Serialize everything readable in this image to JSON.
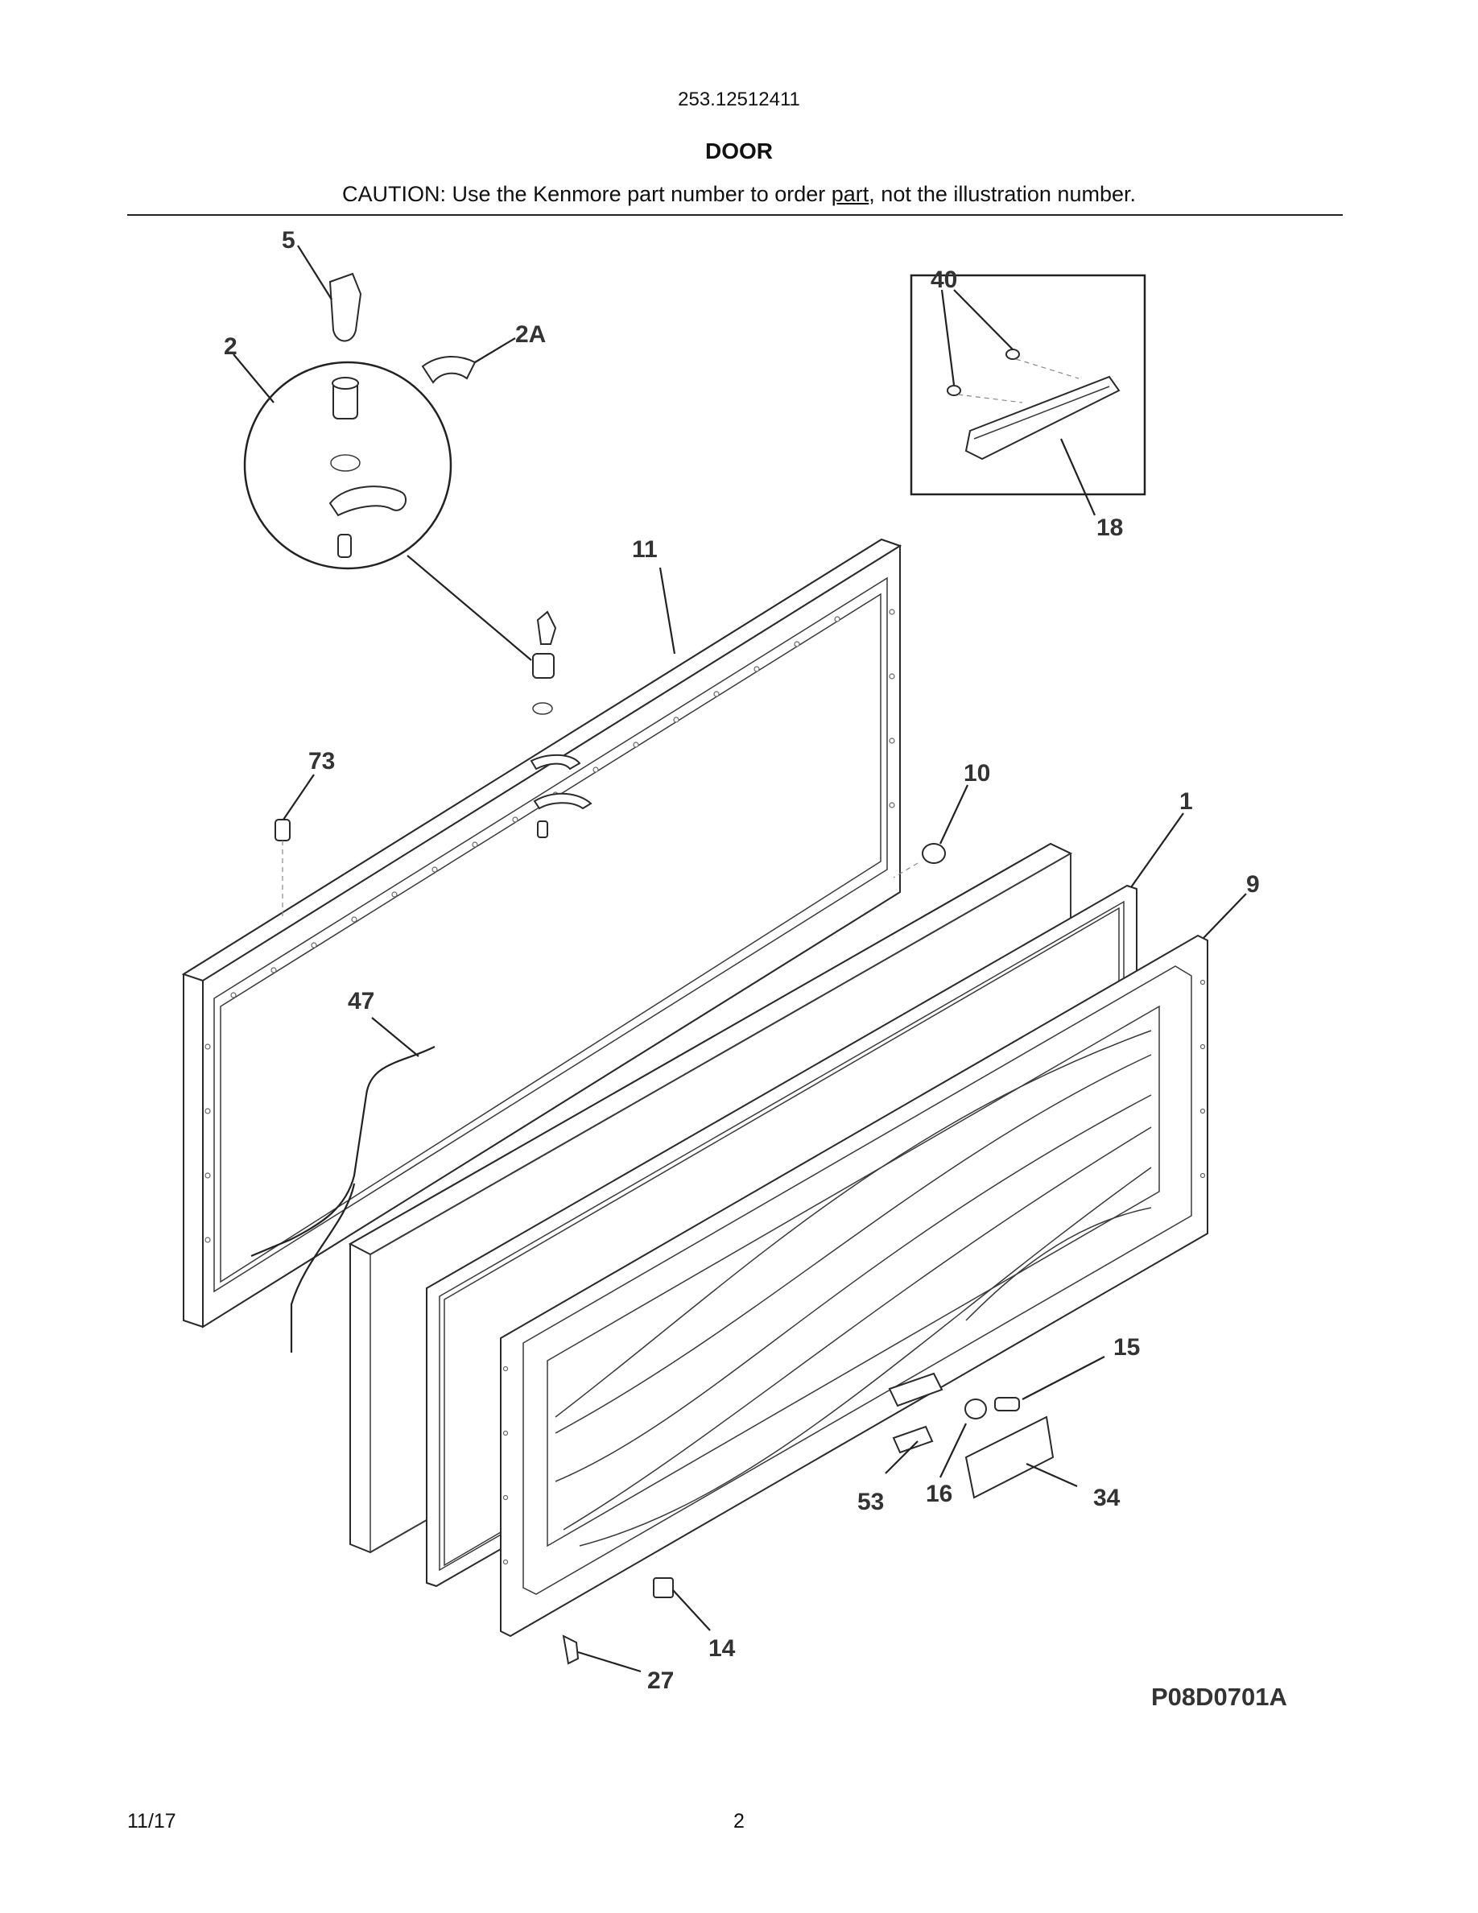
{
  "header": {
    "model_number": "253.12512411",
    "section_title": "DOOR",
    "caution_prefix": "CAUTION: Use the Kenmore part number to order ",
    "caution_underlined": "part",
    "caution_suffix": ", not the illustration number."
  },
  "callouts": [
    {
      "id": "5"
    },
    {
      "id": "2"
    },
    {
      "id": "2A"
    },
    {
      "id": "40"
    },
    {
      "id": "18"
    },
    {
      "id": "11"
    },
    {
      "id": "73"
    },
    {
      "id": "10"
    },
    {
      "id": "1"
    },
    {
      "id": "9"
    },
    {
      "id": "47"
    },
    {
      "id": "15"
    },
    {
      "id": "53"
    },
    {
      "id": "16"
    },
    {
      "id": "34"
    },
    {
      "id": "14"
    },
    {
      "id": "27"
    }
  ],
  "diagram_id": "P08D0701A",
  "footer": {
    "date": "11/17",
    "page_number": "2"
  }
}
